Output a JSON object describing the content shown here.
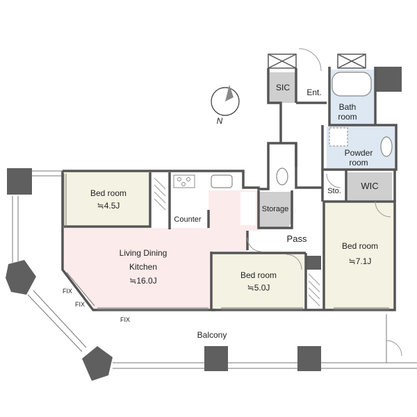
{
  "rooms": {
    "sic": "SIC",
    "ent": "Ent.",
    "bath": [
      "Bath",
      "room"
    ],
    "powder": [
      "Powder",
      "room"
    ],
    "sto": "Sto.",
    "wic": "WIC",
    "storage": "Storage",
    "pass": "Pass",
    "counter": "Counter",
    "bed1": [
      "Bed room",
      "≒4.5J"
    ],
    "bed2": [
      "Bed room",
      "≒5.0J"
    ],
    "bed3": [
      "Bed room",
      "≒7.1J"
    ],
    "ldk": [
      "Living Dining",
      "Kitchen",
      "≒16.0J"
    ],
    "balcony": "Balcony"
  },
  "fix_labels": [
    "FIX",
    "FIX",
    "FIX"
  ],
  "compass": {
    "label": "N"
  },
  "colors": {
    "ldk_fill": "#fcebeb",
    "bedroom_fill": "#f4f2e2",
    "utility_fill": "#cfcfcf",
    "wet_fill": "#dde8f2",
    "wall": "#555555",
    "column": "#5f5f5f"
  }
}
